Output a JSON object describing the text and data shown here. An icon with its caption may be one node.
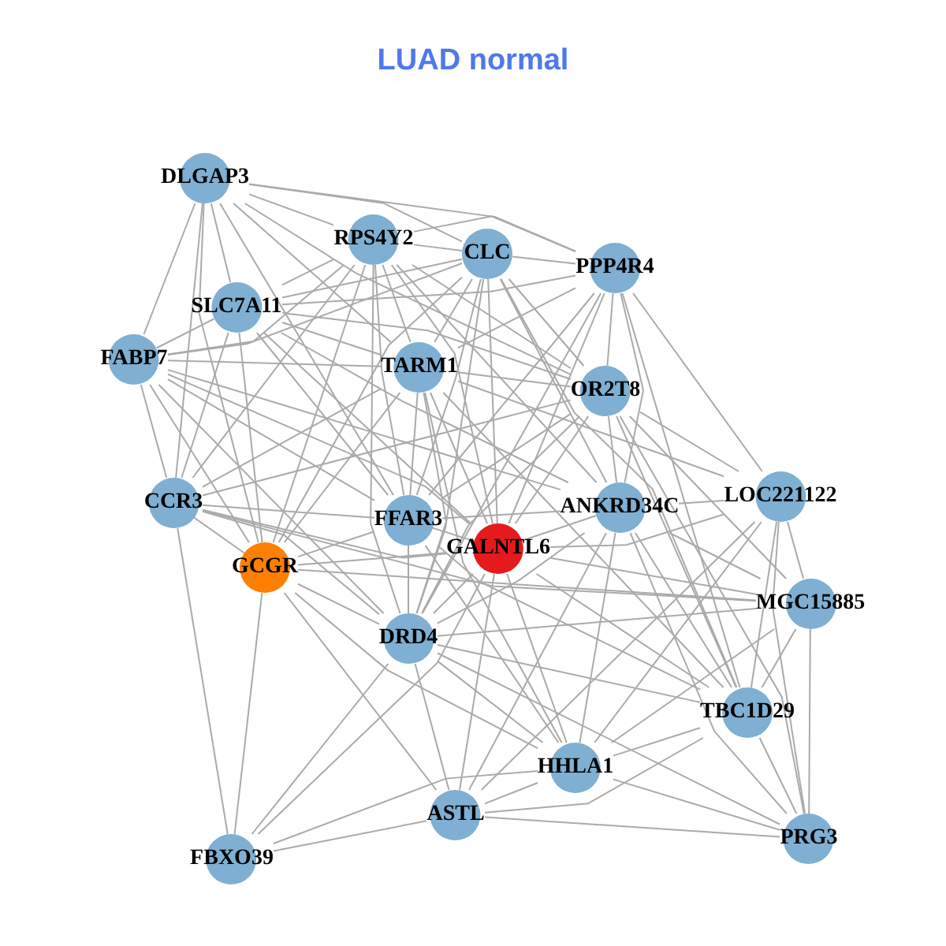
{
  "diagram": {
    "title": "LUAD normal",
    "nodes": [
      {
        "text": [
          "DLGAP3"
        ]
      },
      {
        "text": [
          "RPS4Y2"
        ]
      },
      {
        "text": [
          "CLC"
        ]
      },
      {
        "text": [
          "PPP4R4"
        ]
      },
      {
        "text": [
          "SLC7A11"
        ]
      },
      {
        "text": [
          "FABP7"
        ]
      },
      {
        "text": [
          "TARM1"
        ]
      },
      {
        "text": [
          "OR2T8"
        ]
      },
      {
        "text": [
          "CCR3"
        ]
      },
      {
        "text": [
          "FFAR3"
        ]
      },
      {
        "text": [
          "ANKRD34C"
        ]
      },
      {
        "text": [
          "LOC221122"
        ]
      },
      {
        "text": [
          "GALNTL6"
        ]
      },
      {
        "text": [
          "GCGR"
        ]
      },
      {
        "text": [
          "MGC15885"
        ]
      },
      {
        "text": [
          "DRD4"
        ]
      },
      {
        "text": [
          "TBC1D29"
        ]
      },
      {
        "text": [
          "HHLA1"
        ]
      },
      {
        "text": [
          "ASTL"
        ]
      },
      {
        "text": [
          "FBXO39"
        ]
      },
      {
        "text": [
          "PRG3"
        ]
      }
    ],
    "edges": [
      {
        "from": 0,
        "to": 1,
        "arrow": "none"
      },
      {
        "from": 0,
        "to": 2,
        "arrow": "none"
      },
      {
        "from": 0,
        "to": 3,
        "arrow": "none"
      },
      {
        "from": 0,
        "to": 4,
        "arrow": "none"
      },
      {
        "from": 0,
        "to": 5,
        "arrow": "none"
      },
      {
        "from": 0,
        "to": 6,
        "arrow": "none"
      },
      {
        "from": 0,
        "to": 7,
        "arrow": "none"
      },
      {
        "from": 0,
        "to": 8,
        "arrow": "none"
      },
      {
        "from": 0,
        "to": 13,
        "arrow": "none"
      },
      {
        "from": 0,
        "to": 9,
        "arrow": "none"
      },
      {
        "from": 1,
        "to": 2,
        "arrow": "none"
      },
      {
        "from": 1,
        "to": 3,
        "arrow": "none"
      },
      {
        "from": 1,
        "to": 4,
        "arrow": "none"
      },
      {
        "from": 1,
        "to": 5,
        "arrow": "none"
      },
      {
        "from": 1,
        "to": 6,
        "arrow": "none"
      },
      {
        "from": 1,
        "to": 7,
        "arrow": "none"
      },
      {
        "from": 1,
        "to": 9,
        "arrow": "none"
      },
      {
        "from": 1,
        "to": 10,
        "arrow": "none"
      },
      {
        "from": 1,
        "to": 12,
        "arrow": "none"
      },
      {
        "from": 1,
        "to": 15,
        "arrow": "none"
      },
      {
        "from": 1,
        "to": 13,
        "arrow": "none"
      },
      {
        "from": 1,
        "to": 8,
        "arrow": "none"
      },
      {
        "from": 2,
        "to": 3,
        "arrow": "none"
      },
      {
        "from": 2,
        "to": 4,
        "arrow": "none"
      },
      {
        "from": 2,
        "to": 5,
        "arrow": "none"
      },
      {
        "from": 2,
        "to": 6,
        "arrow": "none"
      },
      {
        "from": 2,
        "to": 7,
        "arrow": "none"
      },
      {
        "from": 2,
        "to": 9,
        "arrow": "none"
      },
      {
        "from": 2,
        "to": 10,
        "arrow": "none"
      },
      {
        "from": 2,
        "to": 12,
        "arrow": "none"
      },
      {
        "from": 2,
        "to": 15,
        "arrow": "none"
      },
      {
        "from": 2,
        "to": 16,
        "arrow": "none"
      },
      {
        "from": 2,
        "to": 13,
        "arrow": "none"
      },
      {
        "from": 3,
        "to": 4,
        "arrow": "none"
      },
      {
        "from": 3,
        "to": 6,
        "arrow": "none"
      },
      {
        "from": 3,
        "to": 7,
        "arrow": "none"
      },
      {
        "from": 3,
        "to": 10,
        "arrow": "none"
      },
      {
        "from": 3,
        "to": 11,
        "arrow": "none"
      },
      {
        "from": 3,
        "to": 12,
        "arrow": "none"
      },
      {
        "from": 3,
        "to": 15,
        "arrow": "none"
      },
      {
        "from": 3,
        "to": 16,
        "arrow": "none"
      },
      {
        "from": 3,
        "to": 9,
        "arrow": "none"
      },
      {
        "from": 4,
        "to": 5,
        "arrow": "none"
      },
      {
        "from": 4,
        "to": 6,
        "arrow": "none"
      },
      {
        "from": 4,
        "to": 8,
        "arrow": "none"
      },
      {
        "from": 4,
        "to": 13,
        "arrow": "none"
      },
      {
        "from": 4,
        "to": 9,
        "arrow": "none"
      },
      {
        "from": 4,
        "to": 12,
        "arrow": "none"
      },
      {
        "from": 4,
        "to": 10,
        "arrow": "none"
      },
      {
        "from": 4,
        "to": 7,
        "arrow": "none"
      },
      {
        "from": 5,
        "to": 6,
        "arrow": "none"
      },
      {
        "from": 5,
        "to": 8,
        "arrow": "none"
      },
      {
        "from": 5,
        "to": 13,
        "arrow": "none"
      },
      {
        "from": 5,
        "to": 9,
        "arrow": "none"
      },
      {
        "from": 5,
        "to": 15,
        "arrow": "none"
      },
      {
        "from": 5,
        "to": 12,
        "arrow": "none"
      },
      {
        "from": 5,
        "to": 10,
        "arrow": "none"
      },
      {
        "from": 6,
        "to": 7,
        "arrow": "none"
      },
      {
        "from": 6,
        "to": 9,
        "arrow": "none"
      },
      {
        "from": 6,
        "to": 12,
        "arrow": "none"
      },
      {
        "from": 6,
        "to": 15,
        "arrow": "none"
      },
      {
        "from": 6,
        "to": 13,
        "arrow": "none"
      },
      {
        "from": 6,
        "to": 8,
        "arrow": "none"
      },
      {
        "from": 6,
        "to": 11,
        "arrow": "none"
      },
      {
        "from": 6,
        "to": 17,
        "arrow": "none"
      },
      {
        "from": 6,
        "to": 16,
        "arrow": "none"
      },
      {
        "from": 7,
        "to": 8,
        "arrow": "none"
      },
      {
        "from": 7,
        "to": 9,
        "arrow": "none"
      },
      {
        "from": 7,
        "to": 10,
        "arrow": "none"
      },
      {
        "from": 7,
        "to": 12,
        "arrow": "none"
      },
      {
        "from": 7,
        "to": 15,
        "arrow": "none"
      },
      {
        "from": 7,
        "to": 11,
        "arrow": "none"
      },
      {
        "from": 7,
        "to": 14,
        "arrow": "none"
      },
      {
        "from": 7,
        "to": 16,
        "arrow": "none"
      },
      {
        "from": 7,
        "to": 20,
        "arrow": "none"
      },
      {
        "from": 8,
        "to": 9,
        "arrow": "none"
      },
      {
        "from": 8,
        "to": 13,
        "arrow": "none"
      },
      {
        "from": 8,
        "to": 15,
        "arrow": "none"
      },
      {
        "from": 8,
        "to": 19,
        "arrow": "none"
      },
      {
        "from": 8,
        "to": 12,
        "arrow": "none"
      },
      {
        "from": 8,
        "to": 14,
        "arrow": "none"
      },
      {
        "from": 9,
        "to": 12,
        "arrow": "none"
      },
      {
        "from": 9,
        "to": 15,
        "arrow": "none"
      },
      {
        "from": 9,
        "to": 13,
        "arrow": "none"
      },
      {
        "from": 9,
        "to": 10,
        "arrow": "none"
      },
      {
        "from": 9,
        "to": 17,
        "arrow": "none"
      },
      {
        "from": 9,
        "to": 16,
        "arrow": "none"
      },
      {
        "from": 10,
        "to": 11,
        "arrow": "none"
      },
      {
        "from": 10,
        "to": 12,
        "arrow": "none"
      },
      {
        "from": 10,
        "to": 14,
        "arrow": "none"
      },
      {
        "from": 10,
        "to": 15,
        "arrow": "none"
      },
      {
        "from": 10,
        "to": 16,
        "arrow": "none"
      },
      {
        "from": 10,
        "to": 17,
        "arrow": "none"
      },
      {
        "from": 10,
        "to": 18,
        "arrow": "none"
      },
      {
        "from": 10,
        "to": 20,
        "arrow": "none"
      },
      {
        "from": 11,
        "to": 14,
        "arrow": "none"
      },
      {
        "from": 11,
        "to": 16,
        "arrow": "none"
      },
      {
        "from": 11,
        "to": 17,
        "arrow": "none"
      },
      {
        "from": 11,
        "to": 20,
        "arrow": "none"
      },
      {
        "from": 11,
        "to": 18,
        "arrow": "none"
      },
      {
        "from": 11,
        "to": 12,
        "arrow": "none"
      },
      {
        "from": 12,
        "to": 13,
        "arrow": "none"
      },
      {
        "from": 12,
        "to": 14,
        "arrow": "none"
      },
      {
        "from": 12,
        "to": 15,
        "arrow": "none"
      },
      {
        "from": 12,
        "to": 17,
        "arrow": "none"
      },
      {
        "from": 12,
        "to": 18,
        "arrow": "none"
      },
      {
        "from": 12,
        "to": 19,
        "arrow": "none"
      },
      {
        "from": 12,
        "to": 16,
        "arrow": "none"
      },
      {
        "from": 13,
        "to": 14,
        "arrow": "none"
      },
      {
        "from": 13,
        "to": 15,
        "arrow": "none"
      },
      {
        "from": 13,
        "to": 18,
        "arrow": "none"
      },
      {
        "from": 13,
        "to": 19,
        "arrow": "none"
      },
      {
        "from": 13,
        "to": 17,
        "arrow": "none"
      },
      {
        "from": 14,
        "to": 15,
        "arrow": "none"
      },
      {
        "from": 14,
        "to": 16,
        "arrow": "none"
      },
      {
        "from": 14,
        "to": 17,
        "arrow": "none"
      },
      {
        "from": 14,
        "to": 20,
        "arrow": "none"
      },
      {
        "from": 15,
        "to": 17,
        "arrow": "none"
      },
      {
        "from": 15,
        "to": 18,
        "arrow": "none"
      },
      {
        "from": 15,
        "to": 19,
        "arrow": "none"
      },
      {
        "from": 15,
        "to": 20,
        "arrow": "none"
      },
      {
        "from": 15,
        "to": 16,
        "arrow": "none"
      },
      {
        "from": 16,
        "to": 17,
        "arrow": "none"
      },
      {
        "from": 16,
        "to": 18,
        "arrow": "none"
      },
      {
        "from": 16,
        "to": 20,
        "arrow": "none"
      },
      {
        "from": 17,
        "to": 18,
        "arrow": "none"
      },
      {
        "from": 17,
        "to": 19,
        "arrow": "none"
      },
      {
        "from": 17,
        "to": 20,
        "arrow": "none"
      },
      {
        "from": 18,
        "to": 19,
        "arrow": "none"
      },
      {
        "from": 18,
        "to": 20,
        "arrow": "none"
      }
    ]
  }
}
